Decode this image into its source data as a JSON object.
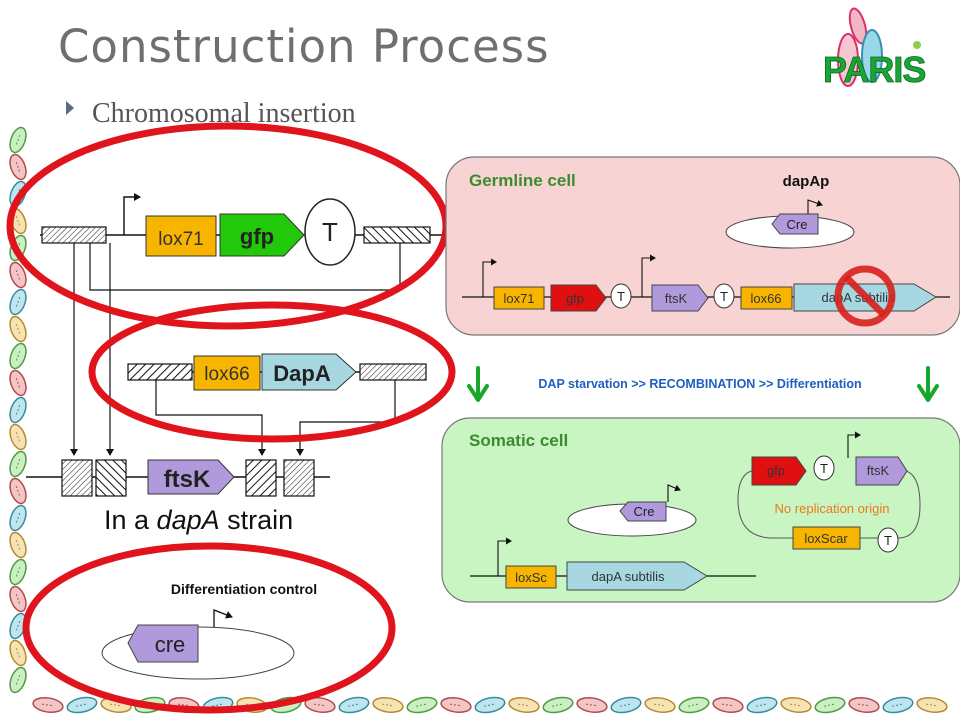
{
  "slide": {
    "title": "Construction Process",
    "bullet": "Chromosomal insertion",
    "logo": "PARIS"
  },
  "left": {
    "construct1": {
      "lox": "lox71",
      "gene": "gfp",
      "terminator": "T"
    },
    "construct2": {
      "lox": "lox66",
      "gene": "DapA"
    },
    "chromosome": {
      "gene": "ftsK"
    },
    "strain_prefix": "In a ",
    "strain_italic": "dapA",
    "strain_suffix": " strain",
    "control": {
      "caption": "Differentiation control",
      "gene": "cre"
    }
  },
  "germline": {
    "title": "Germline cell",
    "plasmid_promoter": "dapAp",
    "plasmid_gene": "Cre",
    "parts": {
      "lox71": "lox71",
      "gfp": "gfp",
      "t1": "T",
      "ftsk": "ftsK",
      "t2": "T",
      "lox66": "lox66",
      "dapa": "dapA subtilis"
    }
  },
  "arrow_text": "DAP starvation >> RECOMBINATION >> Differentiation",
  "somatic": {
    "title": "Somatic cell",
    "plasmid_gene": "Cre",
    "circle": {
      "gfp": "gfp",
      "t1": "T",
      "ftsk": "ftsK",
      "note": "No replication origin",
      "loxscar": "loxScar",
      "t2": "T"
    },
    "chrom": {
      "loxsc": "loxSc",
      "dapa": "dapA subtilis"
    }
  },
  "colors": {
    "title_gray": "#6f6f6f",
    "ring_red": "#e0141c",
    "lox_orange": "#f7b500",
    "gfp_green": "#22c80a",
    "gfp_red": "#e01010",
    "ftsk_purple": "#b09adc",
    "dapa_teal": "#a7d8e2",
    "germline_bg": "#f8d3d3",
    "somatic_bg": "#c9f5c3",
    "label_green": "#3b8c2e",
    "arrow_green": "#15a82a",
    "arrow_text_blue": "#1f5fbf",
    "note_orange": "#e87a1a"
  }
}
